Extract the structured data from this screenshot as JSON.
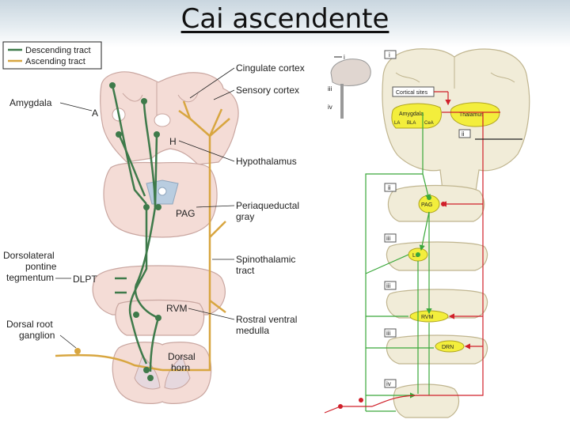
{
  "title": "Cai ascendente",
  "legend": {
    "descending": "Descending tract",
    "ascending": "Ascending tract",
    "descending_color": "#3e7a4a",
    "ascending_color": "#d8a640"
  },
  "left_panel": {
    "inner_labels": {
      "a": "A",
      "h": "H",
      "pag": "PAG",
      "dlpt": "DLPT",
      "rvm": "RVM",
      "dorsal_horn_1": "Dorsal",
      "dorsal_horn_2": "horn"
    },
    "callouts_left": {
      "amygdala": "Amygdala",
      "dlpt_1": "Dorsolateral",
      "dlpt_2": "pontine",
      "dlpt_3": "tegmentum",
      "drg_1": "Dorsal root",
      "drg_2": "ganglion"
    },
    "callouts_right": {
      "cingulate": "Cingulate cortex",
      "sensory": "Sensory cortex",
      "hypothalamus": "Hypothalamus",
      "pag_1": "Periaqueductal",
      "pag_2": "gray",
      "st_1": "Spinothalamic",
      "st_2": "tract",
      "rvm_1": "Rostral ventral",
      "rvm_2": "medulla"
    }
  },
  "right_panel": {
    "roman": {
      "i": "i",
      "ii": "ii",
      "iii": "iii",
      "iv": "iv"
    },
    "cortical_sites": "Cortical sites",
    "amygdala": "Amygdala",
    "la": "LA",
    "bla": "BLA",
    "cea": "CeA",
    "thalamus": "Thalamus",
    "pag": "PAG",
    "lc": "LC",
    "rvm": "RVM",
    "drn": "DRN"
  },
  "colors": {
    "red": "#d0202a",
    "green": "#3aa83a",
    "yellow_fill": "#f3ee3c"
  }
}
